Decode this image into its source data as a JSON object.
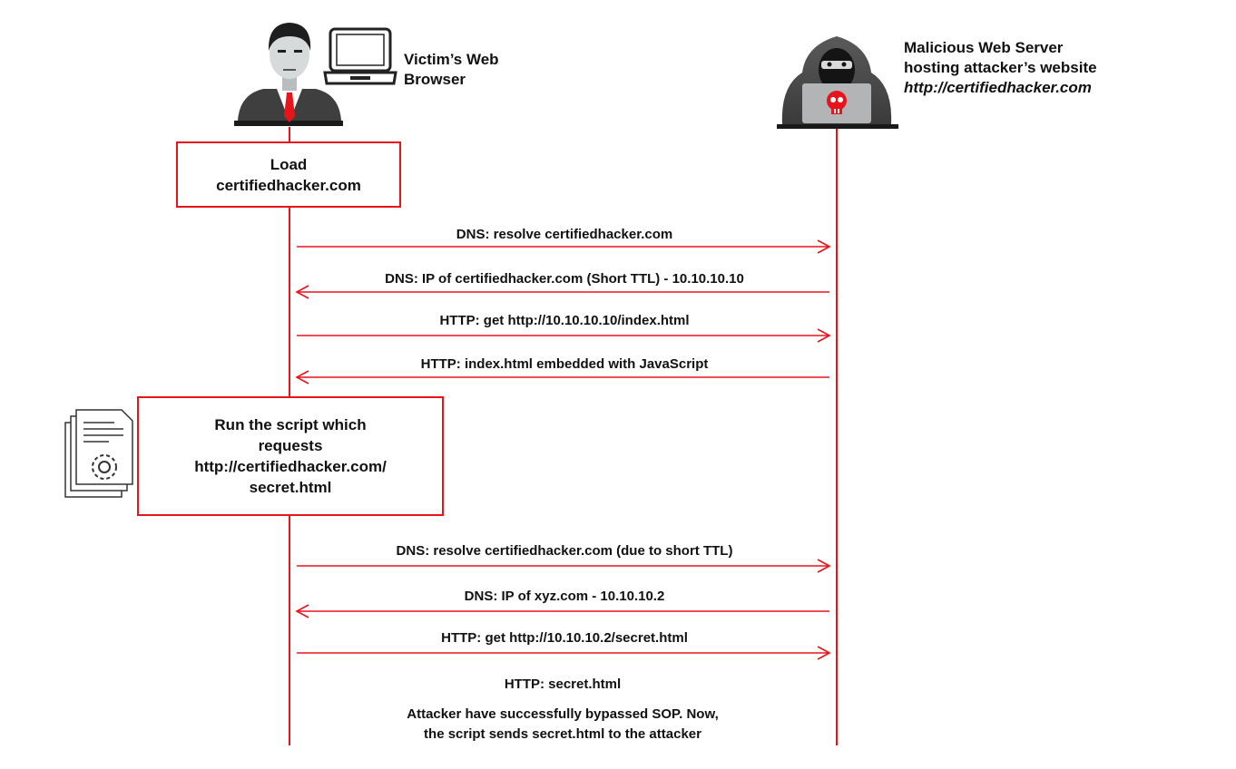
{
  "actors": {
    "victim": {
      "label": "Victim’s Web\nBrowser",
      "icons": [
        "user-icon",
        "laptop-icon"
      ]
    },
    "server": {
      "label": "Malicious Web Server\nhosting attacker’s website",
      "url": "http://certifiedhacker.com",
      "icon": "hacker-icon"
    }
  },
  "steps": {
    "load_box": "Load\ncertifiedhacker.com",
    "script_box": "Run the script which\nrequests\nhttp://certifiedhacker.com/\nsecret.html",
    "script_icon": "script-document-icon"
  },
  "messages": [
    {
      "label": "DNS: resolve certifiedhacker.com",
      "direction": "to-server"
    },
    {
      "label": "DNS: IP of certifiedhacker.com (Short TTL)  - 10.10.10.10",
      "direction": "to-victim"
    },
    {
      "label": "HTTP: get http://10.10.10.10/index.html",
      "direction": "to-server"
    },
    {
      "label": "HTTP: index.html embedded with JavaScript",
      "direction": "to-victim"
    },
    {
      "label": "DNS: resolve certifiedhacker.com (due to short TTL)",
      "direction": "to-server"
    },
    {
      "label": "DNS: IP of xyz.com - 10.10.10.2",
      "direction": "to-victim"
    },
    {
      "label": "HTTP: get http://10.10.10.2/secret.html",
      "direction": "to-server"
    }
  ],
  "footer": {
    "response": "HTTP: secret.html",
    "conclusion": "Attacker have successfully bypassed SOP. Now,\nthe script sends secret.html to the attacker"
  },
  "colors": {
    "accent": "#e8141c",
    "text": "#111111"
  }
}
